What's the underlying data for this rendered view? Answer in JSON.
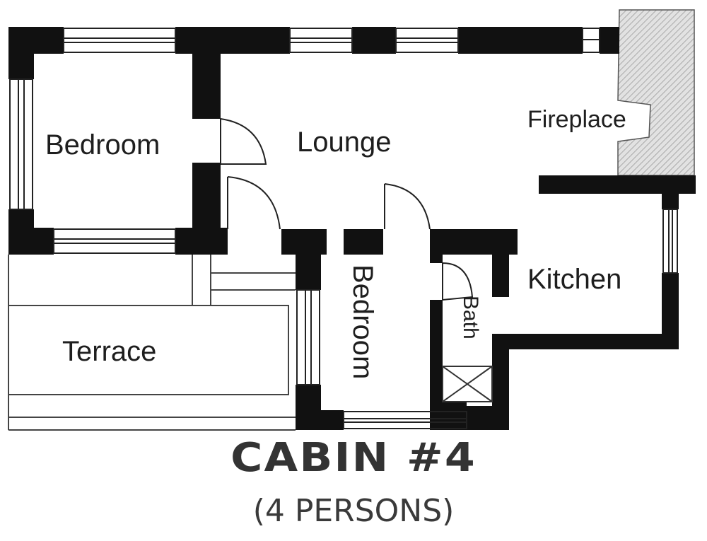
{
  "title": "CABIN #4",
  "subtitle": "(4 PERSONS)",
  "rooms": {
    "bedroom_main": "Bedroom",
    "lounge": "Lounge",
    "fireplace": "Fireplace",
    "kitchen": "Kitchen",
    "bedroom_small": "Bedroom",
    "bath": "Bath",
    "terrace": "Terrace"
  },
  "colors": {
    "wall": "#111111",
    "line": "#222222",
    "fireplace_hatch": "#bdbdbd",
    "text": "#1e1e1e"
  }
}
